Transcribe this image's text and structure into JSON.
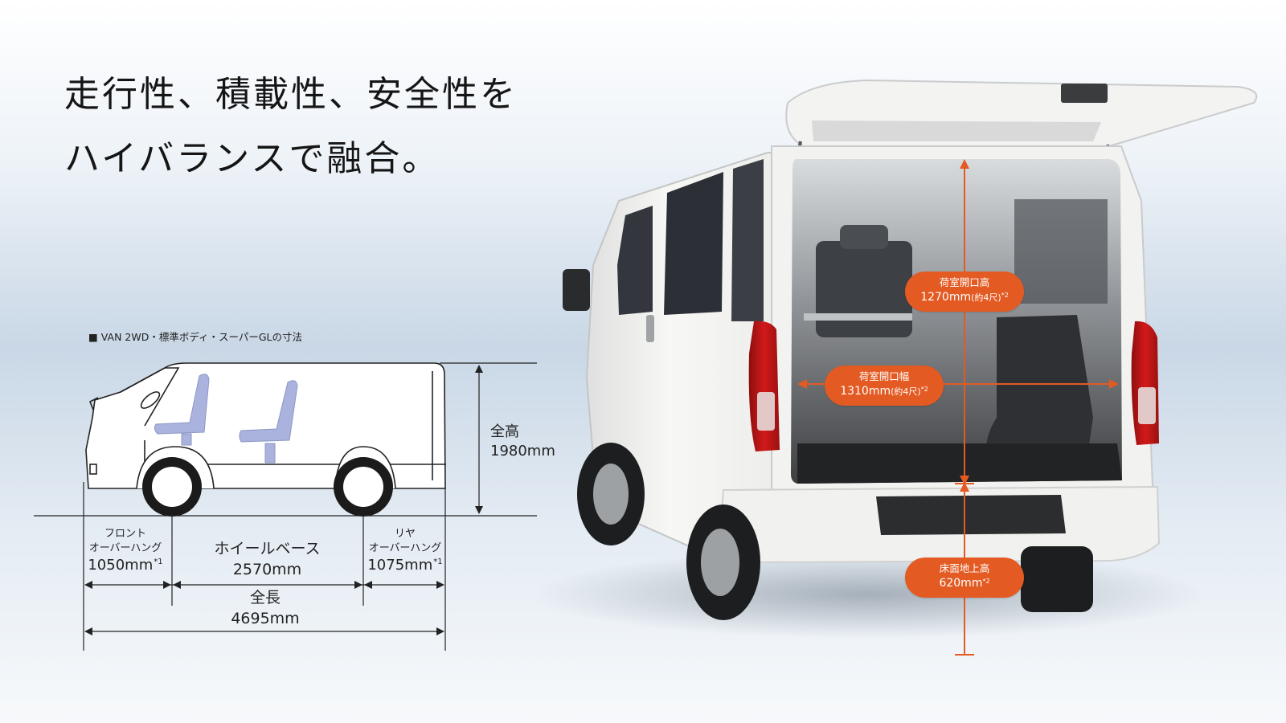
{
  "headline": {
    "line1": "走行性、積載性、安全性を",
    "line2": "ハイバランスで融合。"
  },
  "spec": {
    "caption": "■ VAN 2WD・標準ボディ・スーパーGLの寸法",
    "height": {
      "label": "全高",
      "value": "1980mm"
    },
    "front_overhang": {
      "label1": "フロント",
      "label2": "オーバーハング",
      "value": "1050mm",
      "note": "*1"
    },
    "wheelbase": {
      "label": "ホイールベース",
      "value": "2570mm"
    },
    "rear_overhang": {
      "label1": "リヤ",
      "label2": "オーバーハング",
      "value": "1075mm",
      "note": "*1"
    },
    "length": {
      "label": "全長",
      "value": "4695mm"
    }
  },
  "cargo": {
    "opening_height": {
      "label": "荷室開口高",
      "value": "1270mm",
      "sub": "(約4尺)",
      "note": "*2"
    },
    "opening_width": {
      "label": "荷室開口幅",
      "value": "1310mm",
      "sub": "(約4尺)",
      "note": "*2"
    },
    "floor_height": {
      "label": "床面地上高",
      "value": "620mm",
      "note": "*2"
    }
  },
  "colors": {
    "accent": "#e35a22",
    "body_white": "#f4f4f2",
    "seat_blue": "#a9b3dd",
    "line_dark": "#222222"
  },
  "icons": {
    "van_side": "van-side-outline-icon",
    "van_rear": "van-rear-photo-icon"
  }
}
